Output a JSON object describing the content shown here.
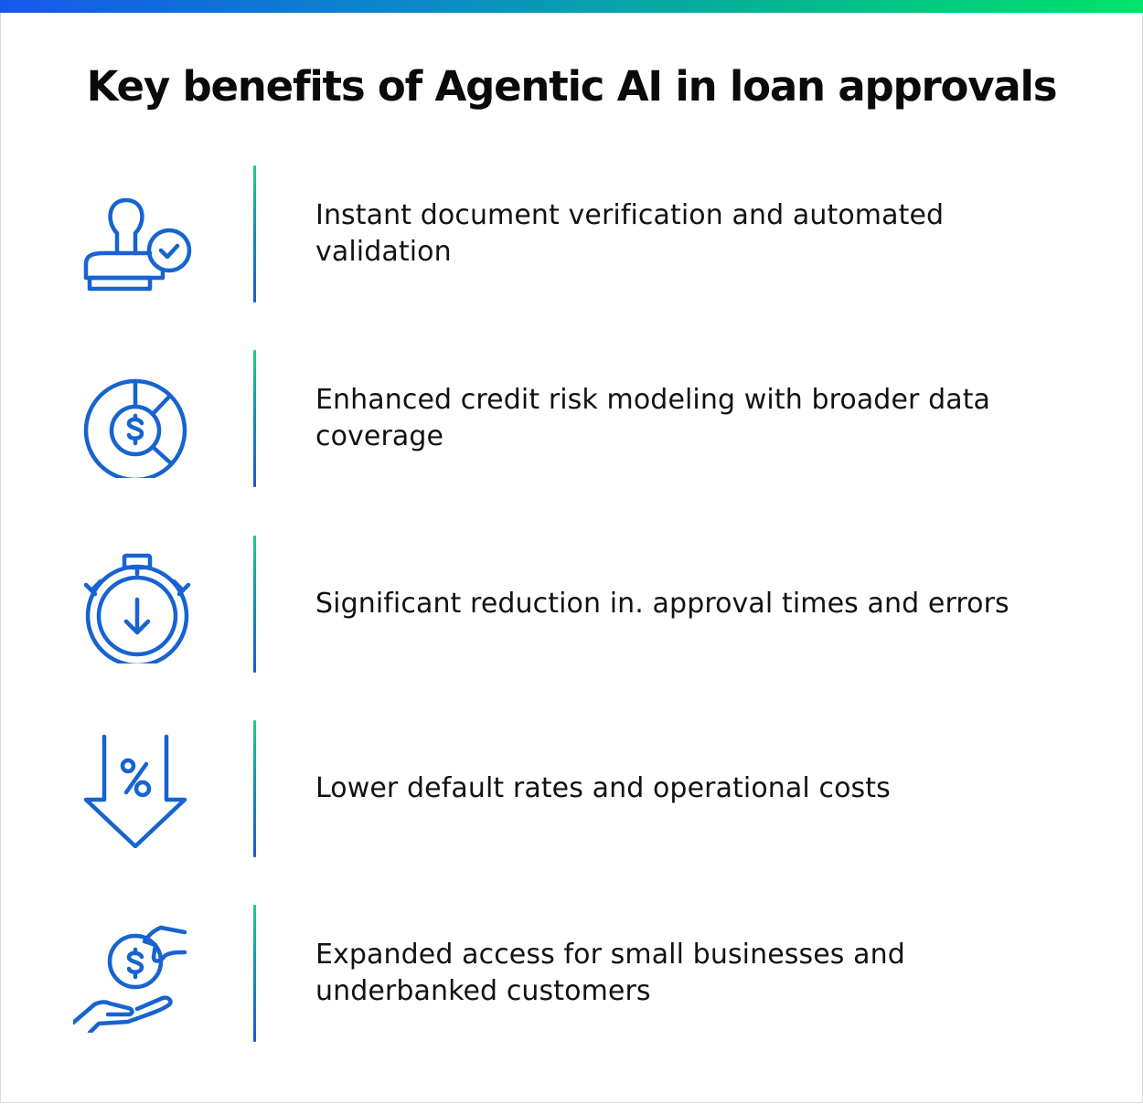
{
  "header": {
    "title": "Key benefits of Agentic AI in loan approvals",
    "gradient_colors": [
      "#1558ea",
      "#00e36a"
    ]
  },
  "theme": {
    "icon_color": "#1763d0",
    "text_color": "#121212",
    "divider_gradient": [
      "#1fcf7f",
      "#1d57d4"
    ]
  },
  "benefits": [
    {
      "icon": "stamp-check-icon",
      "text": "Instant document verification and automated validation"
    },
    {
      "icon": "pie-chart-dollar-icon",
      "text": "Enhanced credit risk modeling with broader data coverage"
    },
    {
      "icon": "stopwatch-down-arrow-icon",
      "text": "Significant reduction in. approval times and errors"
    },
    {
      "icon": "down-arrow-percent-icon",
      "text": "Lower default rates and operational costs"
    },
    {
      "icon": "hand-giving-coin-icon",
      "text": "Expanded access for small businesses and underbanked customers"
    }
  ]
}
